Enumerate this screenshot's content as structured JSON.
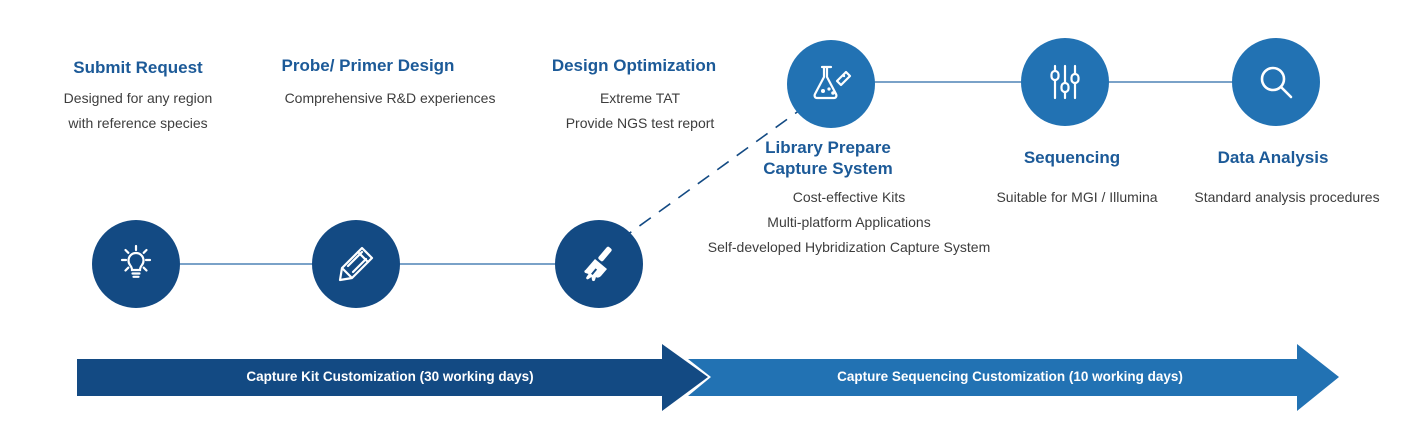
{
  "colors": {
    "dark_blue": "#134a83",
    "light_blue": "#2272b3",
    "title_blue": "#1c5a98",
    "desc_gray": "#3d3d3d"
  },
  "steps": [
    {
      "title": "Submit Request",
      "lines": [
        "Designed for any region",
        "with reference species"
      ],
      "icon": "lightbulb-icon"
    },
    {
      "title": "Probe/ Primer Design",
      "lines": [
        "Comprehensive R&D experiences"
      ],
      "icon": "pencil-icon"
    },
    {
      "title": "Design Optimization",
      "lines": [
        "Extreme TAT",
        "Provide NGS test report"
      ],
      "icon": "paint-brush-icon"
    },
    {
      "title_lines": [
        "Library Prepare",
        "Capture System"
      ],
      "lines": [
        "Cost-effective Kits",
        "Multi-platform Applications",
        "Self-developed Hybridization Capture System"
      ],
      "icon": "flask-icon"
    },
    {
      "title": "Sequencing",
      "lines": [
        "Suitable for MGI / Illumina"
      ],
      "icon": "sliders-icon"
    },
    {
      "title": "Data Analysis",
      "lines": [
        "Standard analysis procedures"
      ],
      "icon": "magnifier-icon"
    }
  ],
  "phases": [
    {
      "label": "Capture Kit Customization (30 working days)"
    },
    {
      "label": "Capture Sequencing Customization (10 working days)"
    }
  ]
}
